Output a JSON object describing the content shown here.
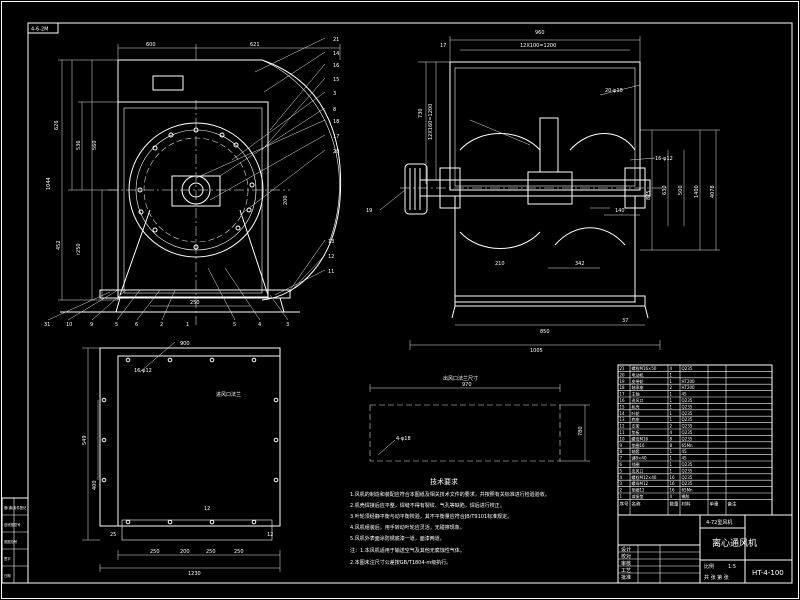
{
  "drawing": {
    "drawing_number": "HT-4-100",
    "title_right": "离心通风机",
    "top_left_tag": "4-6-2M",
    "background": "#000000",
    "line_color": "#ffffff"
  },
  "front_view": {
    "dim_top": [
      "600",
      "621"
    ],
    "dim_left": [
      "626",
      "536",
      "1044",
      "452",
      "r250",
      "560"
    ],
    "dim_bottom": "250",
    "dim_side": "200",
    "balloons_right": [
      "21",
      "14",
      "16",
      "15",
      "3",
      "8",
      "18",
      "17",
      "20",
      "13",
      "12",
      "11"
    ],
    "balloons_bottom": [
      "31",
      "10",
      "9",
      "5",
      "6",
      "2",
      "1",
      "5",
      "4",
      "3"
    ]
  },
  "side_view": {
    "dim_top": "960",
    "dim_top_sub": "12X100=1200",
    "dim_top_left": "17",
    "label_hole": "20-φ18",
    "label_hole2": "16-φ12",
    "dim_vertical": [
      "730",
      "12X160=1200"
    ],
    "dim_right": [
      "875",
      "630",
      "500",
      "1400",
      "4078"
    ],
    "dim_mid": [
      "140",
      "342",
      "210"
    ],
    "dim_bottom": [
      "850",
      "1005",
      "37"
    ],
    "balloon": "19"
  },
  "inlet_view": {
    "label_holes": "16-φ12",
    "label_center": "进风口法兰",
    "dim_top": "900",
    "dim_side_left": [
      "549",
      "400"
    ],
    "dim_bottom": [
      "250",
      "200",
      "250",
      "250",
      "12",
      "1230"
    ],
    "dim_small": [
      "25",
      "12"
    ]
  },
  "outlet_flange": {
    "label": "出风口法兰尺寸",
    "dim_top": "970",
    "dim_side": "780",
    "label_holes": "4-φ18"
  },
  "tech_req": {
    "heading": "技术要求",
    "lines": [
      "1.风机的制造和装配应符合本图纸及相关技术文件的要求，并按照有关标准进行检验验收。",
      "2.机壳焊接后应平整，焊缝不得有裂纹、气孔等缺陷，焊后进行校正。",
      "3.叶轮须经静平衡与动平衡校验，其不平衡量应符合JB/T9101标准规定。",
      "4.风机组装后，用手转动叶轮应灵活，无碰擦现象。",
      "5.风机外表面涂防锈底漆一道，面漆两道。",
      "注：1.本风机适用于输送空气及其他无腐蚀性气体。",
      "2.本图未注尺寸公差按GB/T1804-m级执行。"
    ]
  },
  "parts_table": {
    "rows": [
      [
        "21",
        "螺栓M16×50",
        "4",
        "Q235",
        "",
        ""
      ],
      [
        "20",
        "电动机",
        "1",
        "",
        "",
        ""
      ],
      [
        "19",
        "皮带轮",
        "1",
        "HT200",
        "",
        ""
      ],
      [
        "18",
        "轴承座",
        "2",
        "HT200",
        "",
        ""
      ],
      [
        "17",
        "主轴",
        "1",
        "45",
        "",
        ""
      ],
      [
        "16",
        "进风口",
        "1",
        "Q235",
        "",
        ""
      ],
      [
        "15",
        "机壳",
        "1",
        "Q235",
        "",
        ""
      ],
      [
        "14",
        "叶轮",
        "1",
        "Q235",
        "",
        ""
      ],
      [
        "13",
        "底座",
        "1",
        "Q235",
        "",
        ""
      ],
      [
        "12",
        "支架",
        "2",
        "Q235",
        "",
        ""
      ],
      [
        "11",
        "垫板",
        "4",
        "Q235",
        "",
        ""
      ],
      [
        "10",
        "螺母M16",
        "8",
        "Q235",
        "",
        ""
      ],
      [
        "9",
        "垫圈16",
        "8",
        "65Mn",
        "",
        ""
      ],
      [
        "8",
        "轴套",
        "1",
        "45",
        "",
        ""
      ],
      [
        "7",
        "键8×40",
        "1",
        "45",
        "",
        ""
      ],
      [
        "6",
        "挡圈",
        "1",
        "Q235",
        "",
        ""
      ],
      [
        "5",
        "出风口",
        "1",
        "Q235",
        "",
        ""
      ],
      [
        "4",
        "螺栓M12×40",
        "16",
        "Q235",
        "",
        ""
      ],
      [
        "3",
        "螺母M12",
        "16",
        "Q235",
        "",
        ""
      ],
      [
        "2",
        "垫圈12",
        "16",
        "65Mn",
        "",
        ""
      ],
      [
        "1",
        "减振垫",
        "4",
        "橡胶",
        "",
        ""
      ]
    ],
    "header": [
      "序号",
      "名称",
      "数量",
      "材料",
      "单重",
      "备注"
    ],
    "title_block_left": [
      "设计",
      "校对",
      "审核",
      "工艺",
      "批准"
    ],
    "title_block_mid": "4-72型风机",
    "scale_label": "比例",
    "scale": "1:5",
    "sheet_label": "共 张 第 张"
  },
  "left_margin_block": [
    "借(通)用件登记",
    "旧底图总号",
    "底图总号",
    "签字",
    "日期"
  ]
}
